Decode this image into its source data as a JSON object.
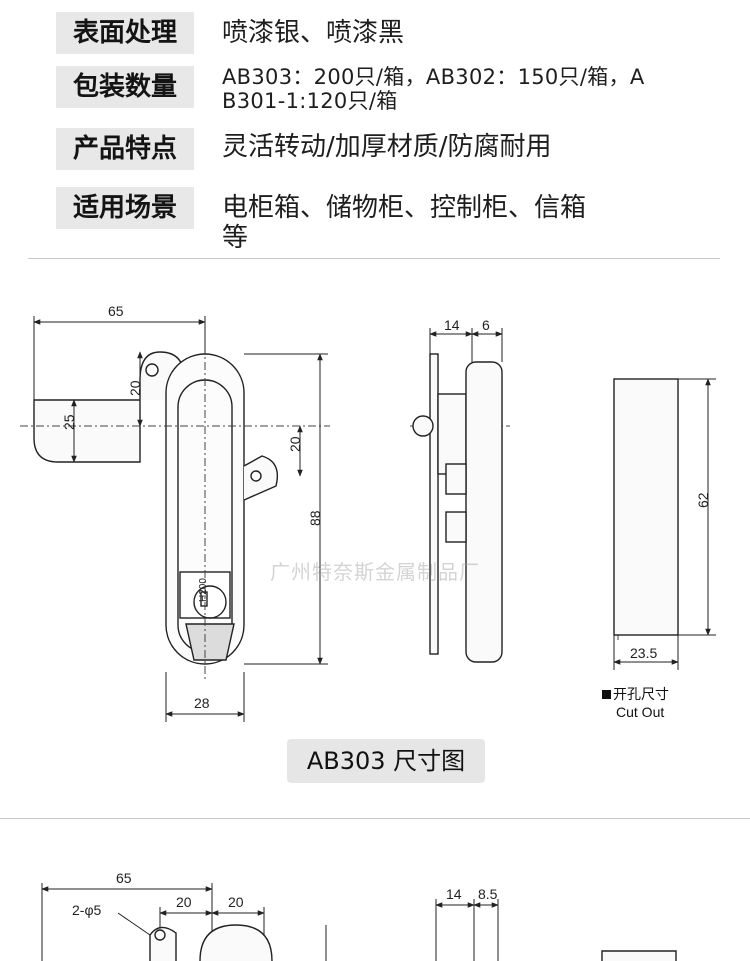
{
  "specs": [
    {
      "label": "表面处理",
      "value_lines": [
        "喷漆银、喷漆黑"
      ]
    },
    {
      "label": "包装数量",
      "value_lines": [
        "AB303：200只/箱，AB302：150只/箱，A",
        "B301-1:120只/箱"
      ]
    },
    {
      "label": "产品特点",
      "value_lines": [
        "灵活转动/加厚材质/防腐耐用"
      ]
    },
    {
      "label": "适用场景",
      "value_lines": [
        "电柜箱、储物柜、控制柜、信箱",
        "等"
      ]
    }
  ],
  "drawing1": {
    "dims": {
      "width_65": "65",
      "offset_20_top": "20",
      "height_25": "25",
      "offset_20_right": "20",
      "height_88": "88",
      "width_28": "28",
      "side_14": "14",
      "side_6": "6",
      "cut_62": "62",
      "cut_23_5": "23.5",
      "key_code": "H200"
    },
    "cutout_label_cn": "开孔尺寸",
    "cutout_label_en": "Cut Out",
    "watermark": "广州特奈斯金属制品厂",
    "caption": "AB303 尺寸图"
  },
  "drawing2": {
    "dims": {
      "width_65": "65",
      "holes": "2-φ5",
      "d20_a": "20",
      "d20_b": "20",
      "side_14": "14",
      "side_8_5": "8.5"
    }
  }
}
